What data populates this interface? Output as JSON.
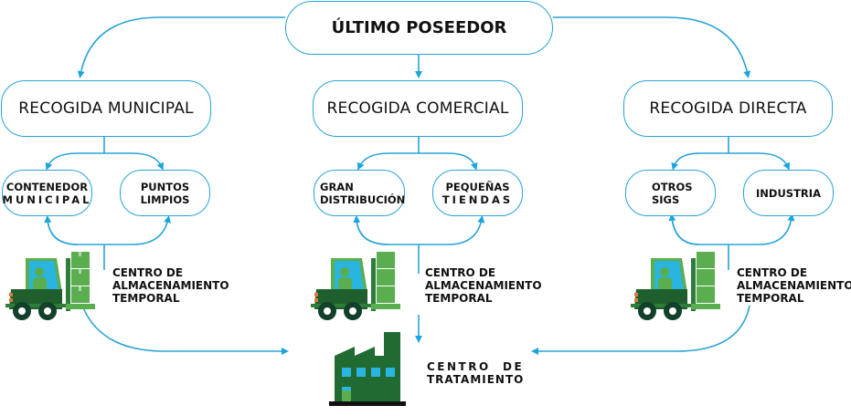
{
  "top": {
    "label": "ÚLTIMO POSEEDOR"
  },
  "columns": [
    {
      "title": "RECOGIDA MUNICIPAL",
      "children": [
        {
          "lines": [
            "CONTENEDOR",
            "MUNICIPAL"
          ]
        },
        {
          "lines": [
            "PUNTOS",
            "LIMPIOS"
          ]
        }
      ],
      "storage": {
        "lines": [
          "CENTRO DE",
          "ALMACENAMIENTO",
          "TEMPORAL"
        ],
        "icon": "forklift-icon"
      }
    },
    {
      "title": "RECOGIDA COMERCIAL",
      "children": [
        {
          "lines": [
            "GRAN",
            "DISTRIBUCIÓN"
          ]
        },
        {
          "lines": [
            "PEQUEÑAS",
            "TIENDAS"
          ]
        }
      ],
      "storage": {
        "lines": [
          "CENTRO DE",
          "ALMACENAMIENTO",
          "TEMPORAL"
        ],
        "icon": "forklift-icon"
      }
    },
    {
      "title": "RECOGIDA DIRECTA",
      "children": [
        {
          "lines": [
            "OTROS",
            "SIGS"
          ]
        },
        {
          "lines": [
            "INDUSTRIA"
          ]
        }
      ],
      "storage": {
        "lines": [
          "CENTRO DE",
          "ALMACENAMIENTO",
          "TEMPORAL"
        ],
        "icon": "forklift-icon"
      }
    }
  ],
  "destination": {
    "lines": [
      "CENTRO  DE",
      "TRATAMIENTO"
    ],
    "icon": "factory-icon"
  },
  "colors": {
    "connector": "#29a3d6",
    "arrow": "#1aa6dc",
    "dark_green": "#1f5f2e",
    "mid_green": "#2f7d3a",
    "light_green": "#5aae4f",
    "window_blue": "#29b5e0"
  }
}
